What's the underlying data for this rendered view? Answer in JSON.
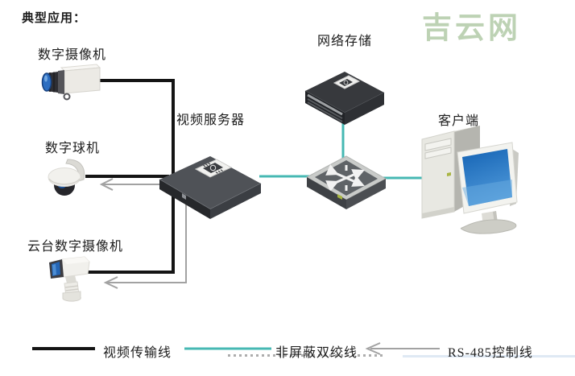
{
  "title": "典型应用：",
  "watermark": "吉云网",
  "nodes": {
    "box_camera": {
      "label": "数字摄像机"
    },
    "dome_camera": {
      "label": "数字球机"
    },
    "ptz_camera": {
      "label": "云台数字摄像机"
    },
    "video_server": {
      "label": "视频服务器"
    },
    "network_storage": {
      "label": "网络存储"
    },
    "client": {
      "label": "客户端"
    }
  },
  "legend": {
    "video": {
      "label": "视频传输线",
      "color": "#141414",
      "style": "thick-solid-line"
    },
    "utp": {
      "label": "非屏蔽双绞线",
      "color": "#46b8b3",
      "style": "solid-line"
    },
    "rs485": {
      "label": "RS-485控制线",
      "color": "#a2a2a2",
      "style": "thin-line-left-arrow"
    }
  },
  "connections": [
    {
      "from": "box_camera",
      "to": "video_server",
      "type": "video"
    },
    {
      "from": "dome_camera",
      "to": "video_server",
      "type": "video"
    },
    {
      "from": "ptz_camera",
      "to": "video_server",
      "type": "video"
    },
    {
      "from": "video_server",
      "to": "dome_camera",
      "type": "rs485"
    },
    {
      "from": "video_server",
      "to": "ptz_camera",
      "type": "rs485"
    },
    {
      "from": "video_server",
      "to": "switch",
      "type": "utp"
    },
    {
      "from": "network_storage",
      "to": "switch",
      "type": "utp"
    },
    {
      "from": "switch",
      "to": "client",
      "type": "utp"
    }
  ],
  "colors": {
    "video_line": "#141414",
    "utp_line": "#46b8b3",
    "rs485_line": "#a2a2a2",
    "watermark": "#b6ceac",
    "background": "#ffffff"
  }
}
